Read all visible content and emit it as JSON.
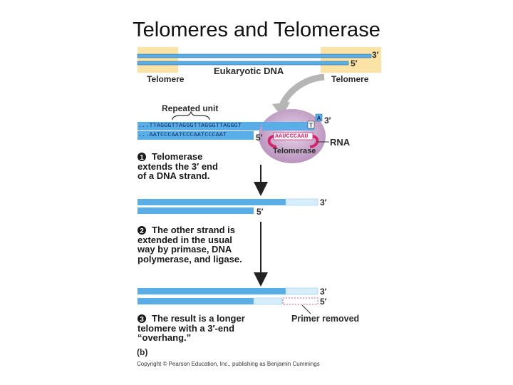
{
  "title": "Telomeres and Telomerase",
  "top_diagram": {
    "three_prime": "3′",
    "five_prime": "5′",
    "telomere_left": "Telomere",
    "dna_label": "Eukaryotic DNA",
    "telomere_right": "Telomere"
  },
  "detail": {
    "repeated_unit": "Repeated unit",
    "top_strand": "...TTAGGGTTAGGGTTAGGGTTAGGGT",
    "bottom_strand": "...AATCCCAATCCCAATCCCAAT",
    "template_rna": "AAUCCCAAU",
    "base_a": "A",
    "base_t": "T",
    "three_prime": "3′",
    "five_prime": "5′",
    "rna_label": "RNA",
    "telomerase_label": "Telomerase"
  },
  "steps": [
    {
      "number": "1",
      "text": "Telomerase extends the 3′ end of a DNA strand."
    },
    {
      "number": "2",
      "text": "The other strand is extended in the usual way by primase, DNA polymerase, and ligase."
    },
    {
      "number": "3",
      "text": "The result is a longer telomere with a 3′-end “overhang.”"
    }
  ],
  "after_step1": {
    "three_prime": "3′",
    "five_prime": "5′"
  },
  "after_step2": {
    "three_prime": "3′",
    "five_prime": "5′",
    "primer_removed": "Primer removed"
  },
  "panel_label": "(b)",
  "copyright": "Copyright © Pearson Education, Inc., publishing as Benjamin Cummings",
  "colors": {
    "dna_blue": "#5aaee8",
    "dna_light": "#cfe8f8",
    "telomere_band": "#fbe3a6",
    "rna_red": "#d5266b",
    "enzyme_purple": "#c9a7cc",
    "primer_pink": "#e0559a"
  }
}
